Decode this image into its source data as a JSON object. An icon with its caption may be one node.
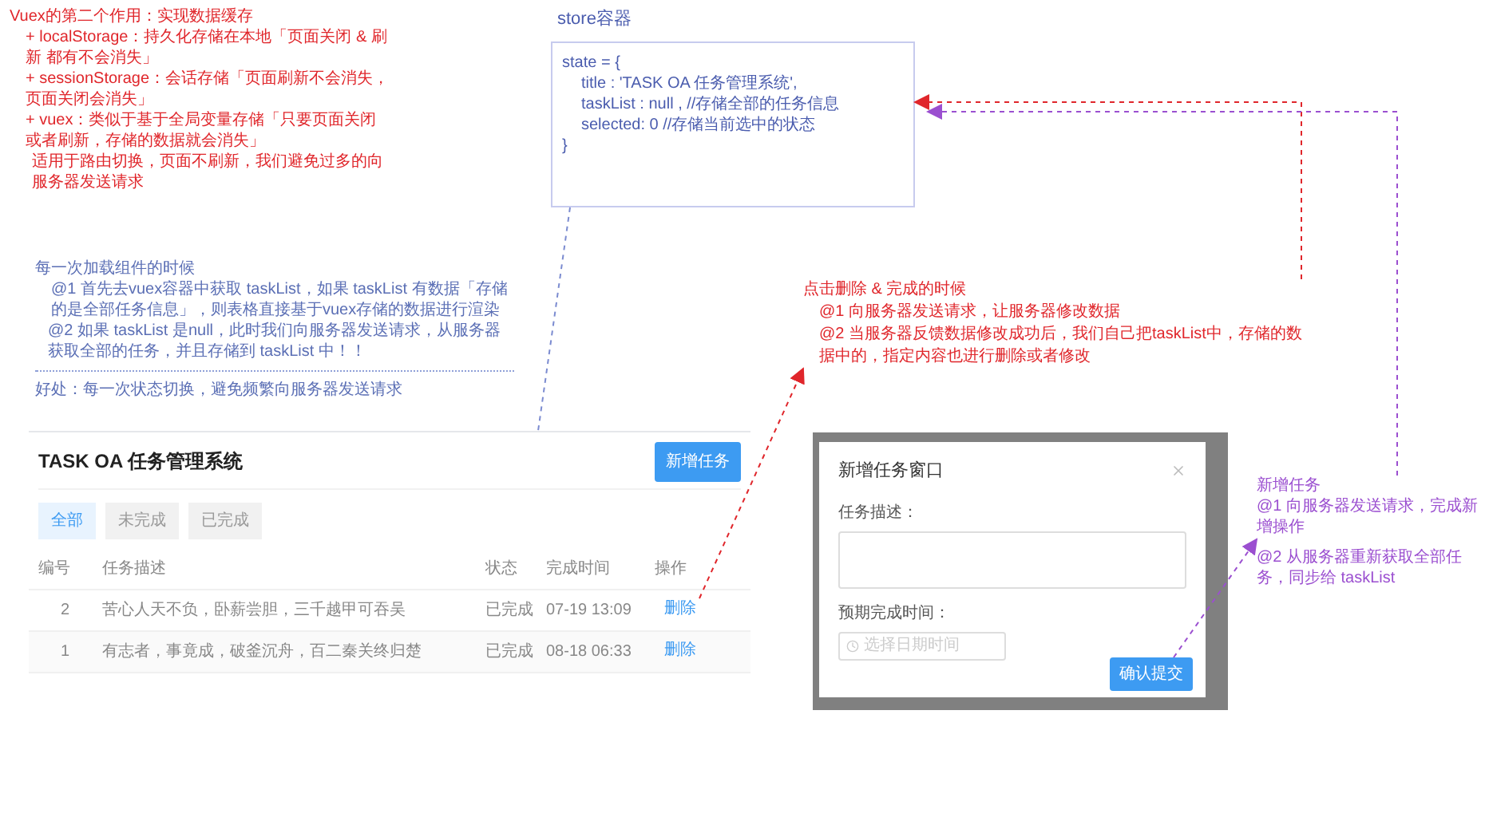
{
  "diagram": {
    "nodes": [
      {
        "text": [
          "store容器",
          "state = {",
          "title : 'TASK OA 任务管理系统',",
          "taskList : null , //存储全部的任务信息",
          "selected: 0 //存储当前选中的状态",
          "}"
        ]
      },
      {
        "text": [
          "TASK OA 任务管理系统"
        ]
      },
      {
        "text": [
          "新增任务"
        ],
        "in": 1
      },
      {
        "text": [
          "删除"
        ],
        "in": 1
      },
      {
        "text": [
          "删除"
        ],
        "in": 1
      },
      {
        "text": [
          "点击删除 & 完成的时候",
          "@1 向服务器发送请求，让服务器修改数据",
          "@2 当服务器反馈数据修改成功后，我们自己把taskList中，存储的数据中的，指定内容也进行删除或者修改"
        ]
      },
      {
        "text": [
          "新增任务窗口",
          "任务描述：",
          "预期完成时间："
        ]
      },
      {
        "text": [
          "确认提交"
        ],
        "in": 6
      },
      {
        "text": [
          "新增任务",
          "@1 向服务器发送请求，完成新增操作",
          "@2 从服务器重新获取全部任务，同步给 taskList"
        ]
      }
    ],
    "edges": [
      {
        "from": 0,
        "to": 1,
        "arrow": "none",
        "style": "dashed",
        "color": "#7b8bd0"
      },
      {
        "from": 3,
        "to": 5,
        "arrow": "to",
        "style": "dashed",
        "color": "#e0262b"
      },
      {
        "from": 5,
        "to": 0,
        "arrow": "to",
        "style": "dashed",
        "color": "#e0262b"
      },
      {
        "from": 7,
        "to": 8,
        "arrow": "to",
        "style": "dashed",
        "color": "#9b4fd0"
      },
      {
        "from": 8,
        "to": 0,
        "arrow": "to",
        "style": "dashed",
        "color": "#9b4fd0"
      }
    ],
    "labels": [
      "Vuex的第二个作用：实现数据缓存",
      "+ localStorage：持久化存储在本地「页面关闭 & 刷新 都有不会消失」",
      "+ sessionStorage：会话存储「页面刷新不会消失，页面关闭会消失」",
      "+ vuex：类似于基于全局变量存储「只要页面关闭或者刷新，存储的数据就会消失」",
      "适用于路由切换，页面不刷新，我们避免过多的向服务器发送请求",
      "每一次加载组件的时候",
      "@1 首先去vuex容器中获取 taskList，如果 taskList 有数据「存储的是全部任务信息」，则表格直接基于vuex存储的数据进行渲染",
      "@2 如果 taskList 是null，此时我们向服务器发送请求，从服务器获取全部的任务，并且存储到 taskList 中！！",
      "好处：每一次状态切换，避免频繁向服务器发送请求",
      "全部",
      "未完成",
      "已完成",
      "编号",
      "任务描述",
      "状态",
      "完成时间",
      "操作",
      "2",
      "苦心人天不负，卧薪尝胆，三千越甲可吞吴",
      "已完成",
      "07-19 13:09",
      "1",
      "有志者，事竟成，破釜沉舟，百二秦关终归楚",
      "已完成",
      "08-18 06:33",
      "选择日期时间"
    ]
  }
}
